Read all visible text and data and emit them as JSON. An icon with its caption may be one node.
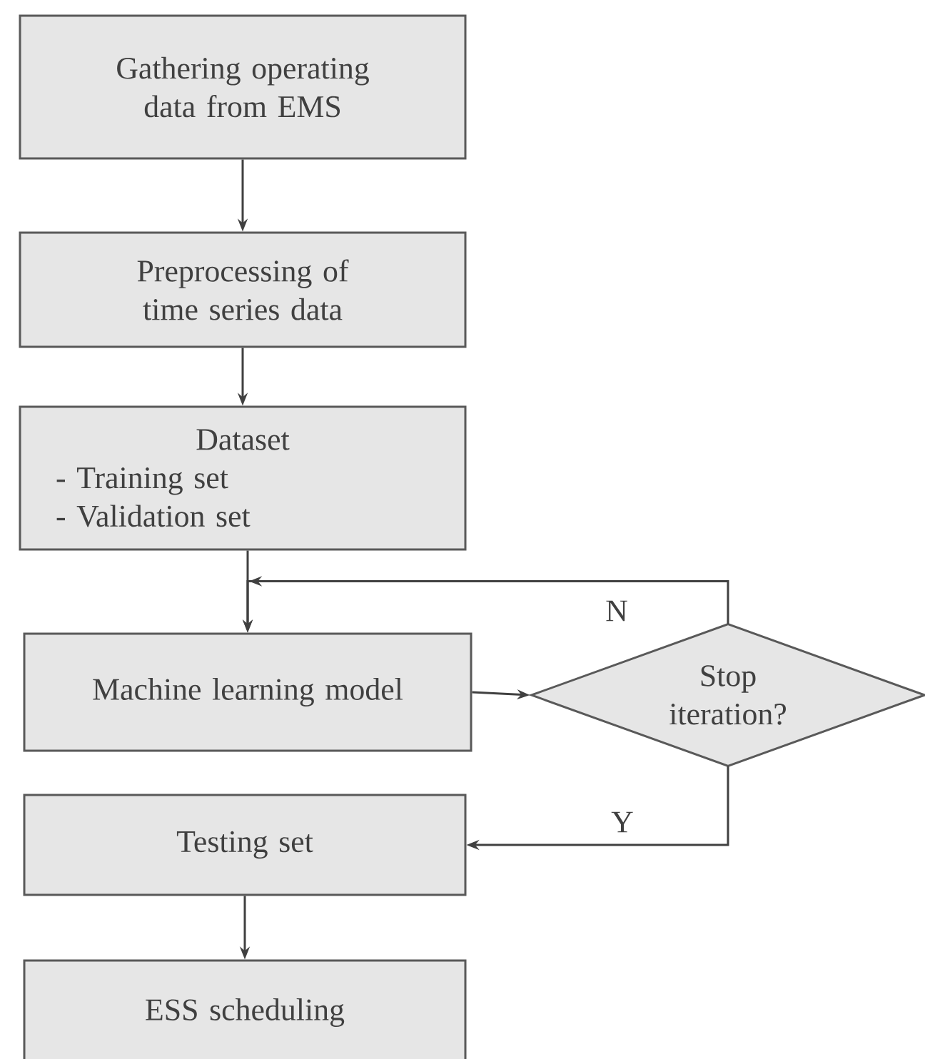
{
  "diagram": {
    "nodes": [
      {
        "text": [
          "Gathering operating data from EMS"
        ]
      },
      {
        "text": [
          "Preprocessing of time series data"
        ]
      },
      {
        "text": [
          "Dataset",
          "- Training set",
          "- Validation set"
        ]
      },
      {
        "text": [
          "Machine learning model"
        ]
      },
      {
        "text": [
          "Stop iteration?"
        ]
      },
      {
        "text": [
          "Testing set"
        ]
      },
      {
        "text": [
          "ESS scheduling"
        ]
      }
    ],
    "edges": [
      {
        "from": 0,
        "to": 1,
        "arrow": "to"
      },
      {
        "from": 1,
        "to": 2,
        "arrow": "to"
      },
      {
        "from": 2,
        "to": 3,
        "arrow": "to"
      },
      {
        "from": 3,
        "to": 4,
        "arrow": "to"
      },
      {
        "from": 4,
        "to": 3,
        "arrow": "to",
        "label": "N"
      },
      {
        "from": 4,
        "to": 5,
        "arrow": "to",
        "label": "Y"
      },
      {
        "from": 5,
        "to": 6,
        "arrow": "to"
      }
    ]
  }
}
